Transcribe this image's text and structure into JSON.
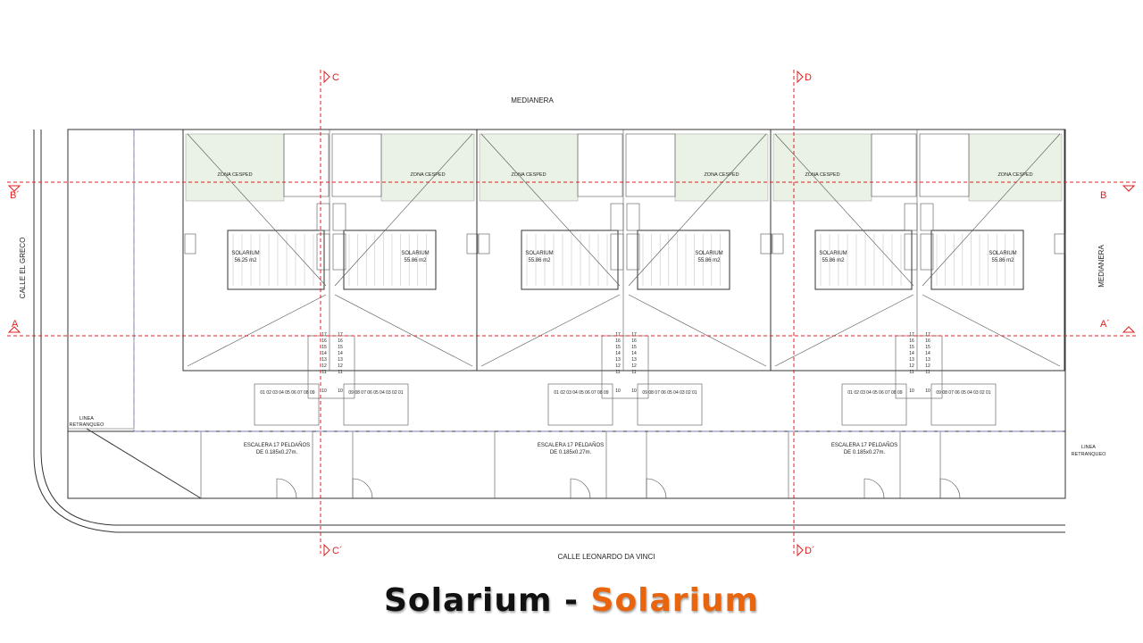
{
  "section_marks": {
    "c_top": "C",
    "c_bottom": "C´",
    "d_top": "D",
    "d_bottom": "D´",
    "a_left": "A",
    "a_right": "A´",
    "b_left": "B´",
    "b_right": "B"
  },
  "streets": {
    "top": "MEDIANERA",
    "right": "MEDIANERA",
    "left": "CALLE EL GRECO",
    "bottom": "CALLE LEONARDO DA VINCI"
  },
  "labels": {
    "linea_1": "LINEA",
    "retranqueo_1": "RETRANQUEO",
    "linea_2": "LINEA",
    "retranqueo_2": "RETRANQUEO",
    "zona_cesped": "ZONA CESPED"
  },
  "solariums": [
    {
      "label": "SOLARIUM",
      "area": "56.25 m2"
    },
    {
      "label": "SOLARIUM",
      "area": "55.86 m2"
    },
    {
      "label": "SOLARIUM",
      "area": "55.86 m2"
    },
    {
      "label": "SOLARIUM",
      "area": "55.86 m2"
    },
    {
      "label": "SOLARIUM",
      "area": "55.86 m2"
    },
    {
      "label": "SOLARIUM",
      "area": "55.86 m2"
    }
  ],
  "stairs": {
    "line1": "ESCALERA 17 PELDAÑOS",
    "line2": "DE 0.185x0.27m.",
    "steps_vertical": [
      "17",
      "16",
      "15",
      "14",
      "13",
      "12",
      "11"
    ],
    "steps_left": "01 02 03 04 05 06 07 08 09",
    "steps_right": "09 08 07 06 05 04 03 02 01",
    "landing": "10"
  },
  "caption": {
    "part1": "Solarium -",
    "part2": "Solarium"
  }
}
